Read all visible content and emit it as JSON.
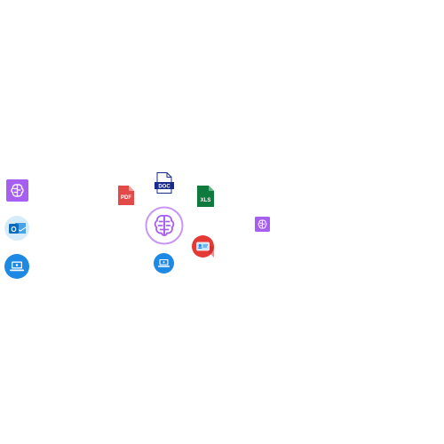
{
  "colors": {
    "brain_purple": "#a75ff2",
    "brain_ring": "#c896f5",
    "outlook_blue": "#0f6cbd",
    "outlook_bg": "#d6ecfb",
    "laptop_blue": "#1e88e5",
    "pdf_red": "#e24a4a",
    "doc_navy": "#1a2a8c",
    "xls_green": "#0f7a3e",
    "badge_red": "#e53935",
    "badge_card": "#c8e4f7"
  },
  "icons": {
    "brain_square_left": "brain-icon",
    "outlook_left": "outlook-icon",
    "laptop_left": "laptop-icon",
    "pdf_file": "pdf-file-icon",
    "doc_file": "doc-file-icon",
    "xls_file": "xls-file-icon",
    "central_brain": "brain-icon",
    "laptop_center": "laptop-icon",
    "id_card_badge": "id-card-icon",
    "brain_square_right": "brain-icon"
  },
  "labels": {
    "pdf": "PDF",
    "doc": "DOC",
    "xls": "XLS",
    "outlook_letter": "O"
  }
}
